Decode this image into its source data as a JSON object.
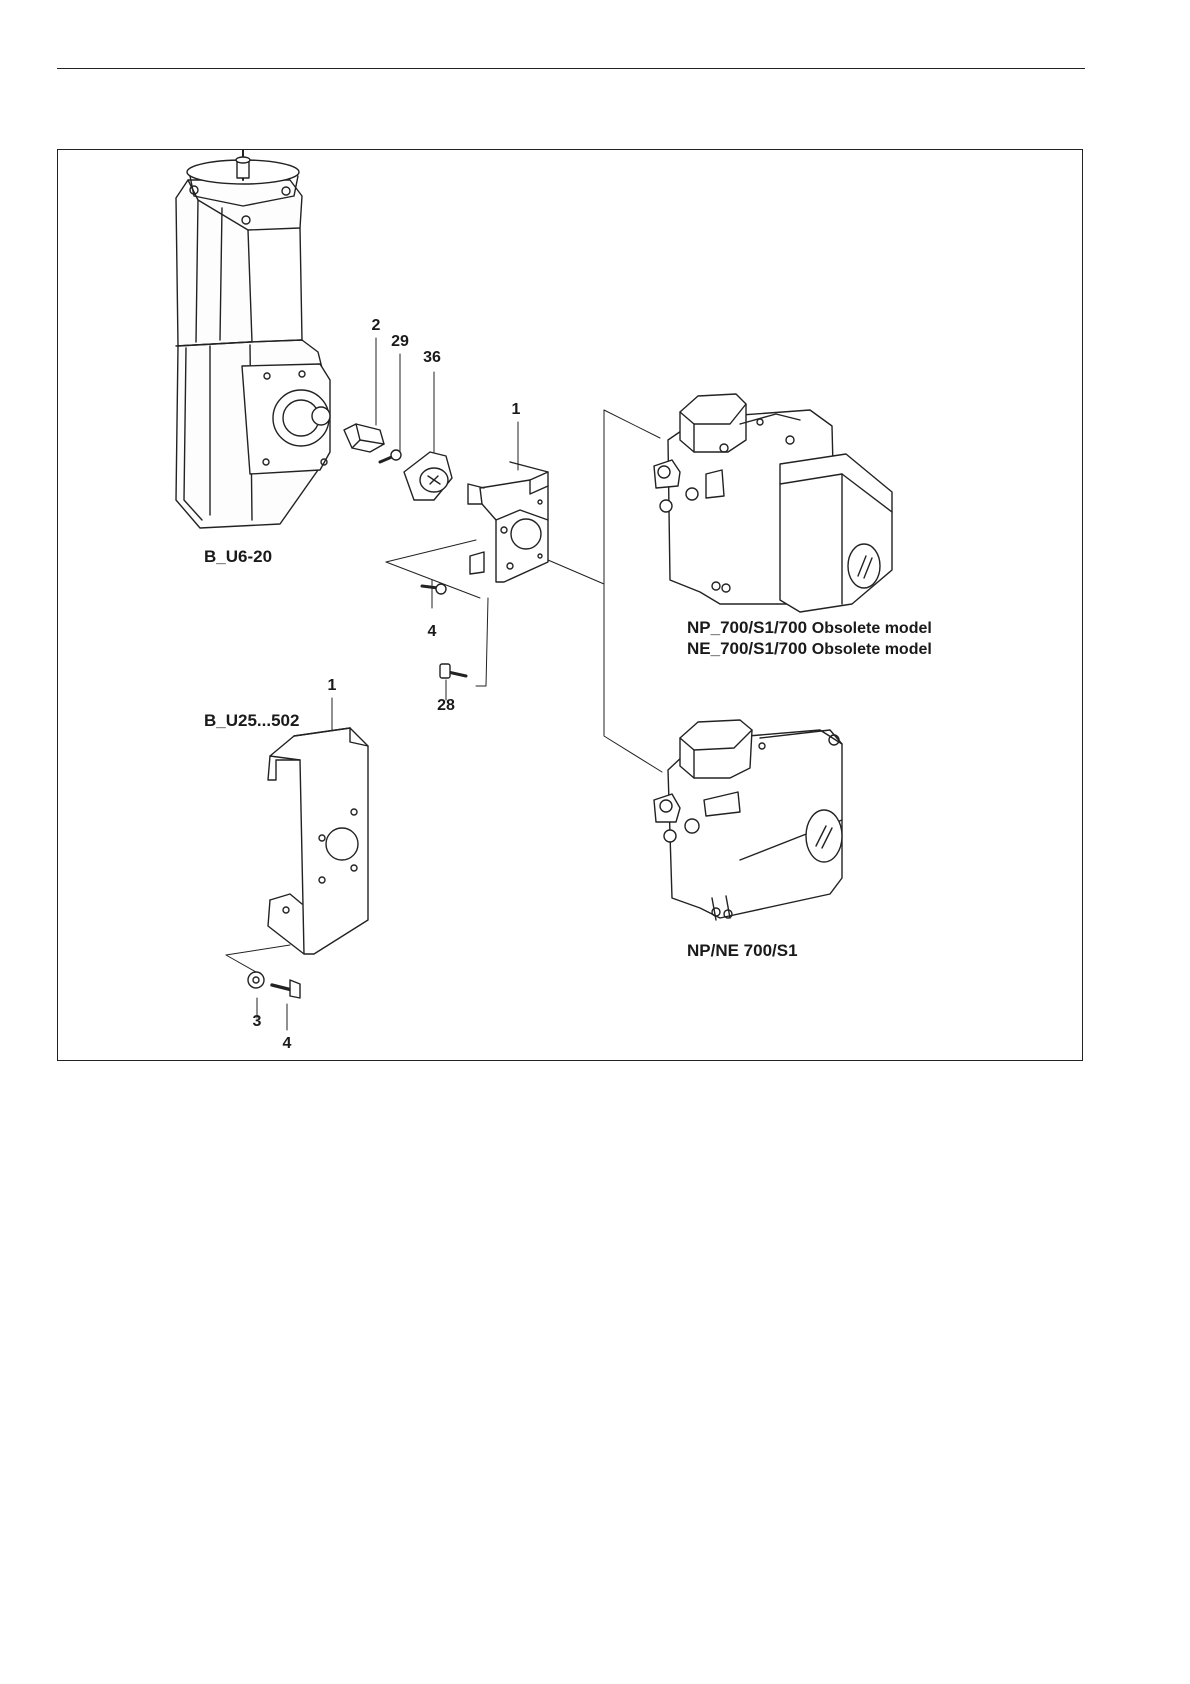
{
  "models": {
    "b_u6": "B_U6-20",
    "b_u25": "B_U25...502",
    "np_obsolete": "NP_700/S1/700",
    "ne_obsolete": "NE_700/S1/700",
    "obsolete_note": "Obsolete model",
    "np_ne_current": "NP/NE 700/S1"
  },
  "parts": {
    "p1_plate": "1",
    "p1_bracket": "1",
    "p2": "2",
    "p29": "29",
    "p36": "36",
    "p4_plate": "4",
    "p28": "28",
    "p3": "3",
    "p4_bracket": "4"
  }
}
